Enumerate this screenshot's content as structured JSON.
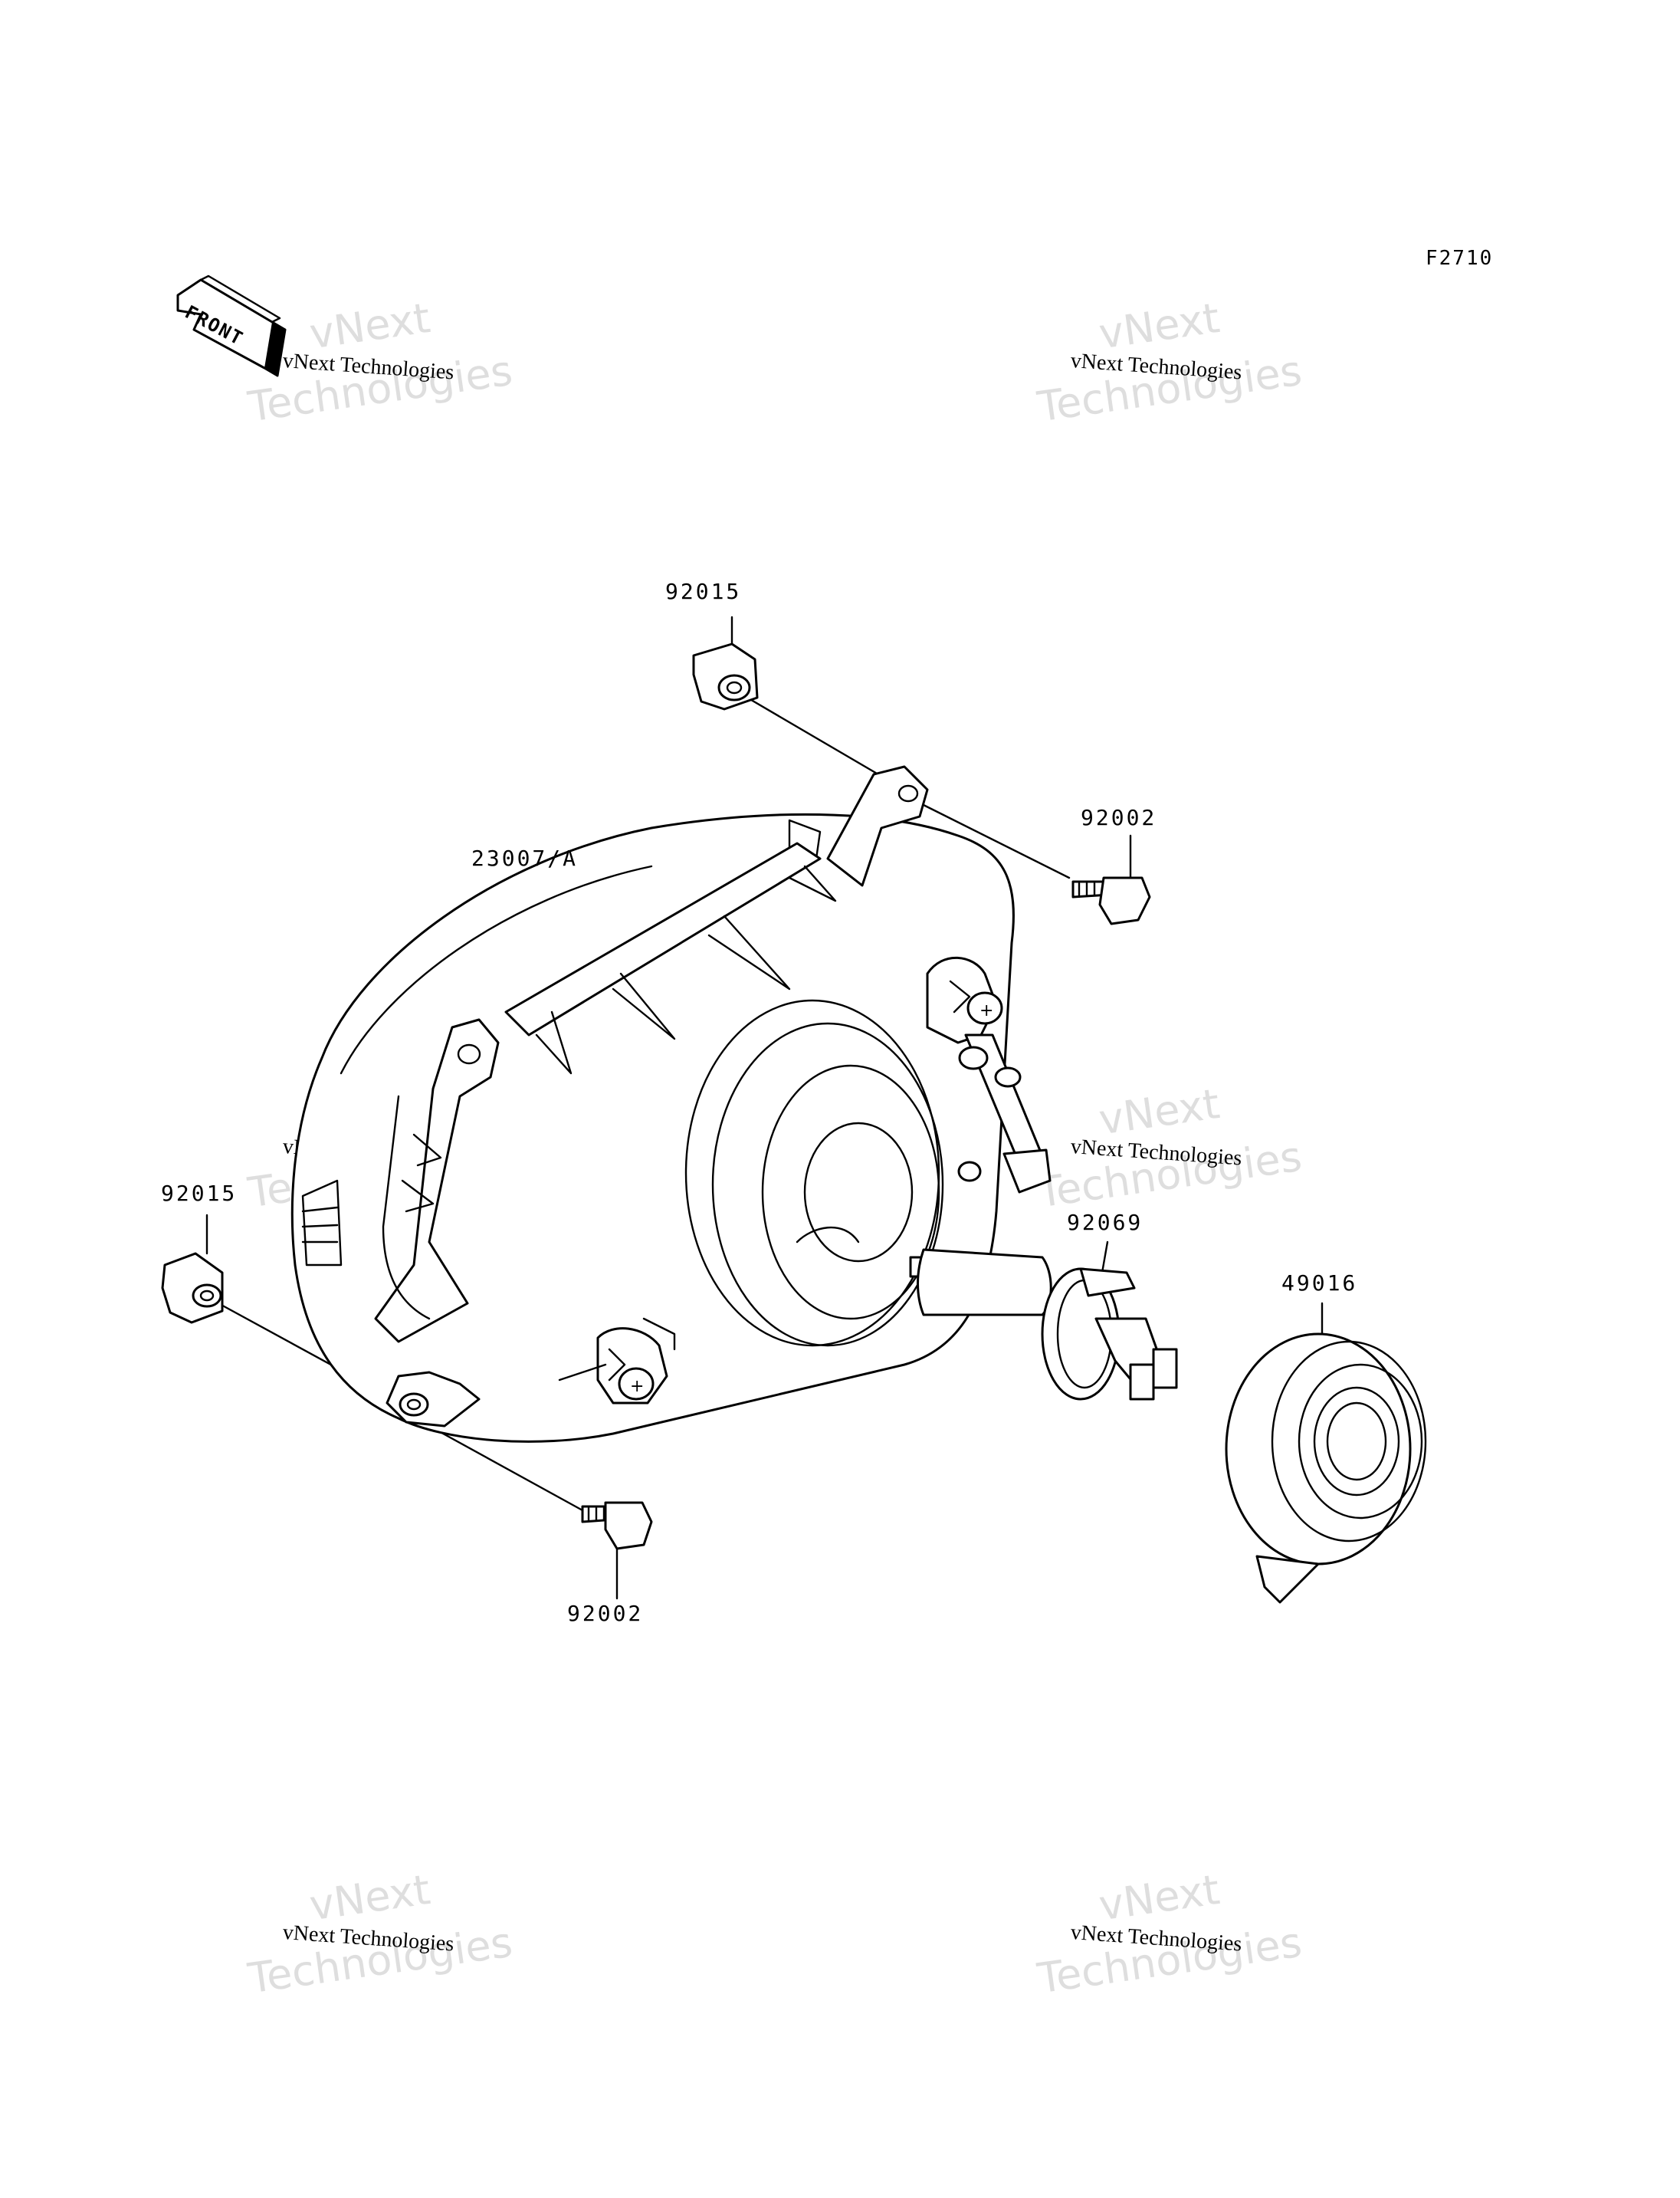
{
  "figure_code": "F2710",
  "front_label": "FRONT",
  "watermarks": {
    "line_small": "vNext Technologies",
    "line_big_1": "vNext",
    "line_big_2": "Technologies"
  },
  "parts": {
    "clip_top": "92015",
    "bolt_right": "92002",
    "housing": "23007/A",
    "clip_left": "92015",
    "bulb": "92069",
    "cover": "49016",
    "bolt_bottom": "92002"
  }
}
